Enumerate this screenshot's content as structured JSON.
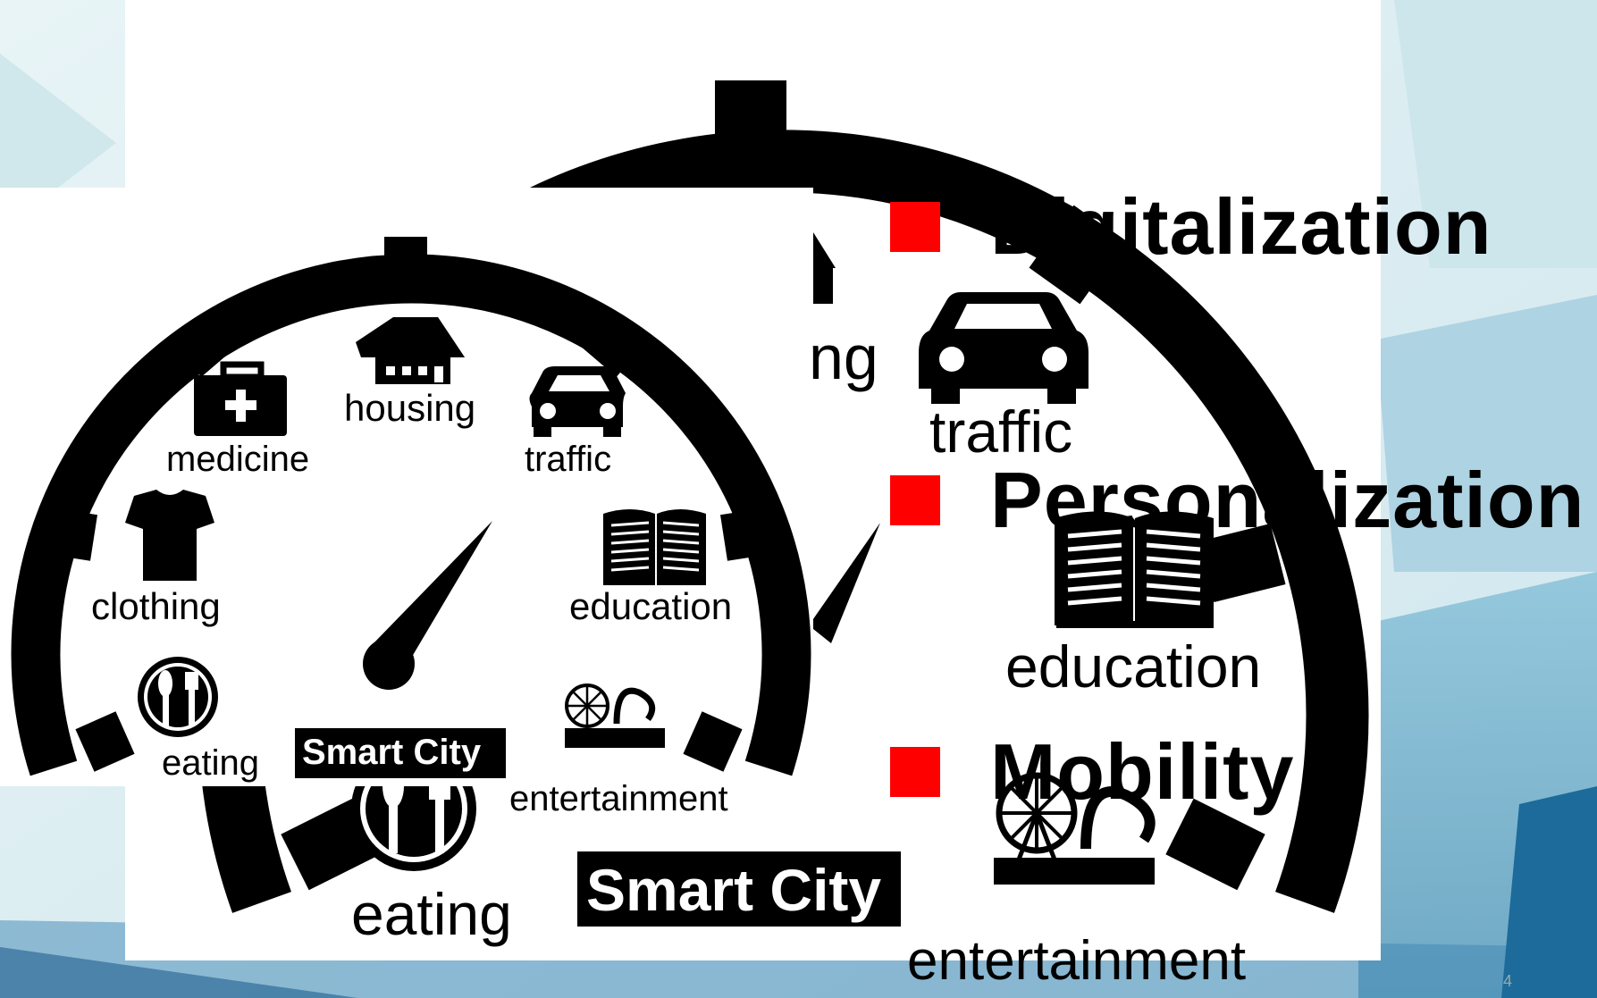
{
  "large_dial": {
    "labels": {
      "housing": "ng",
      "traffic": "traffic",
      "education": "education",
      "eating": "eating",
      "entertainment": "entertainment",
      "badge": "Smart City"
    }
  },
  "small_dial": {
    "labels": {
      "housing": "housing",
      "medicine": "medicine",
      "traffic": "traffic",
      "clothing": "clothing",
      "education": "education",
      "eating": "eating",
      "entertainment": "entertainment",
      "badge": "Smart City"
    }
  },
  "bullets": [
    {
      "label": "Digitalization"
    },
    {
      "label": "Personalization"
    },
    {
      "label": "Mobility"
    }
  ],
  "page_number": "4",
  "colors": {
    "bullet_marker": "#ff0000",
    "dial": "#000000",
    "text": "#000000"
  }
}
